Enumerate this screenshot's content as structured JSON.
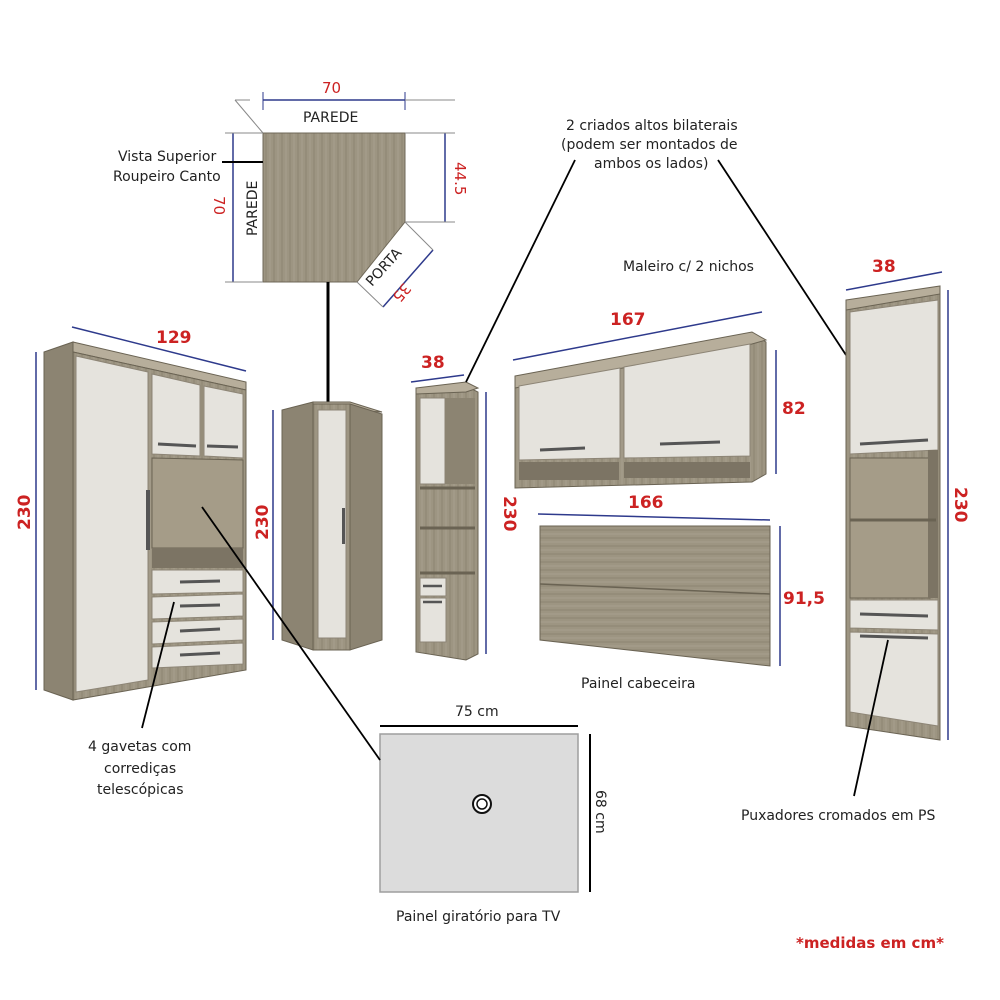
{
  "colors": {
    "wood": "#9a917f",
    "wood_dark": "#7c7464",
    "white_panel": "#e9e7e2",
    "dim_line": "#2e3a8c",
    "dim_text": "#cc2222"
  },
  "top_view": {
    "label_line1": "Vista Superior",
    "label_line2": "Roupeiro Canto",
    "width": "70",
    "depth_left": "70",
    "depth_right": "44.5",
    "door": "35",
    "wall_top": "PAREDE",
    "wall_left": "PAREDE",
    "door_label": "PORTA"
  },
  "wardrobe": {
    "width": "129",
    "height": "230"
  },
  "corner_unit": {
    "height": "230"
  },
  "tall_side_left": {
    "width": "38",
    "height": "230"
  },
  "tall_side_right": {
    "width": "38",
    "height": "230"
  },
  "criados_note": {
    "line1": "2 criados altos bilaterais",
    "line2": "(podem ser montados de",
    "line3": "ambos os lados)"
  },
  "maleiro": {
    "label": "Maleiro c/ 2 nichos",
    "width": "167",
    "height": "82"
  },
  "headboard": {
    "width": "166",
    "height": "91,5",
    "label": "Painel cabeceira"
  },
  "tv_panel": {
    "width": "75 cm",
    "height": "68 cm",
    "label": "Painel giratório para TV"
  },
  "drawers_note": {
    "line1": "4 gavetas com",
    "line2": "corrediças",
    "line3": "telescópicas"
  },
  "handles_note": "Puxadores cromados em PS",
  "footer_note": "*medidas em cm*"
}
